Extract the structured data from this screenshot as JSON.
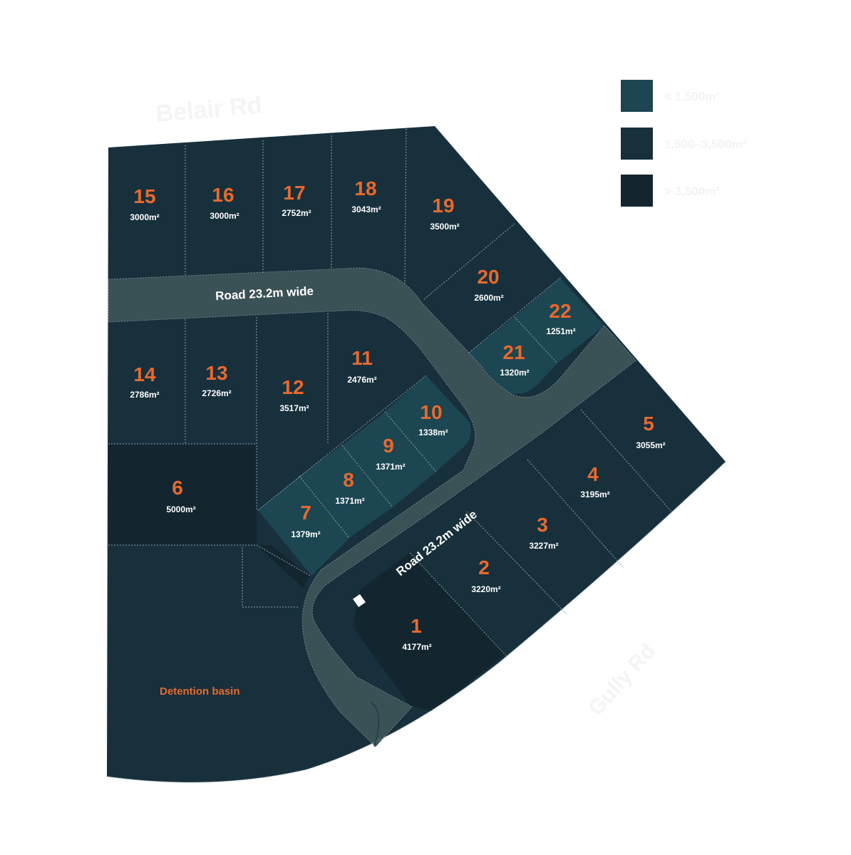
{
  "map_title": "",
  "colors": {
    "small_lot": "#1c4652",
    "medium_lot": "#17303c",
    "large_lot": "#132630",
    "road": "#3a5156",
    "lot_number": "#e8692e",
    "background": "#ffffff"
  },
  "legend": [
    {
      "swatch": "small_lot",
      "label": "< 1,500m²"
    },
    {
      "swatch": "medium_lot",
      "label": "1,500–3,500m²"
    },
    {
      "swatch": "large_lot",
      "label": "> 3,500m²"
    }
  ],
  "street_names": {
    "top": "Belair Rd",
    "right": "Gully Rd"
  },
  "roads": [
    {
      "label": "Road 23.2m wide"
    },
    {
      "label": "Road 23.2m wide"
    }
  ],
  "detention_basin": {
    "label": "Detention basin"
  },
  "lots": {
    "l1": {
      "number": "1",
      "area": "4177m²"
    },
    "l2": {
      "number": "2",
      "area": "3220m²"
    },
    "l3": {
      "number": "3",
      "area": "3227m²"
    },
    "l4": {
      "number": "4",
      "area": "3195m²"
    },
    "l5": {
      "number": "5",
      "area": "3055m²"
    },
    "l6": {
      "number": "6",
      "area": "5000m²"
    },
    "l7": {
      "number": "7",
      "area": "1379m²"
    },
    "l8": {
      "number": "8",
      "area": "1371m²"
    },
    "l9": {
      "number": "9",
      "area": "1371m²"
    },
    "l10": {
      "number": "10",
      "area": "1338m²"
    },
    "l11": {
      "number": "11",
      "area": "2476m²"
    },
    "l12": {
      "number": "12",
      "area": "3517m²"
    },
    "l13": {
      "number": "13",
      "area": "2726m²"
    },
    "l14": {
      "number": "14",
      "area": "2786m²"
    },
    "l15": {
      "number": "15",
      "area": "3000m²"
    },
    "l16": {
      "number": "16",
      "area": "3000m²"
    },
    "l17": {
      "number": "17",
      "area": "2752m²"
    },
    "l18": {
      "number": "18",
      "area": "3043m²"
    },
    "l19": {
      "number": "19",
      "area": "3500m²"
    },
    "l20": {
      "number": "20",
      "area": "2600m²"
    },
    "l21": {
      "number": "21",
      "area": "1320m²"
    },
    "l22": {
      "number": "22",
      "area": "1251m²"
    }
  }
}
